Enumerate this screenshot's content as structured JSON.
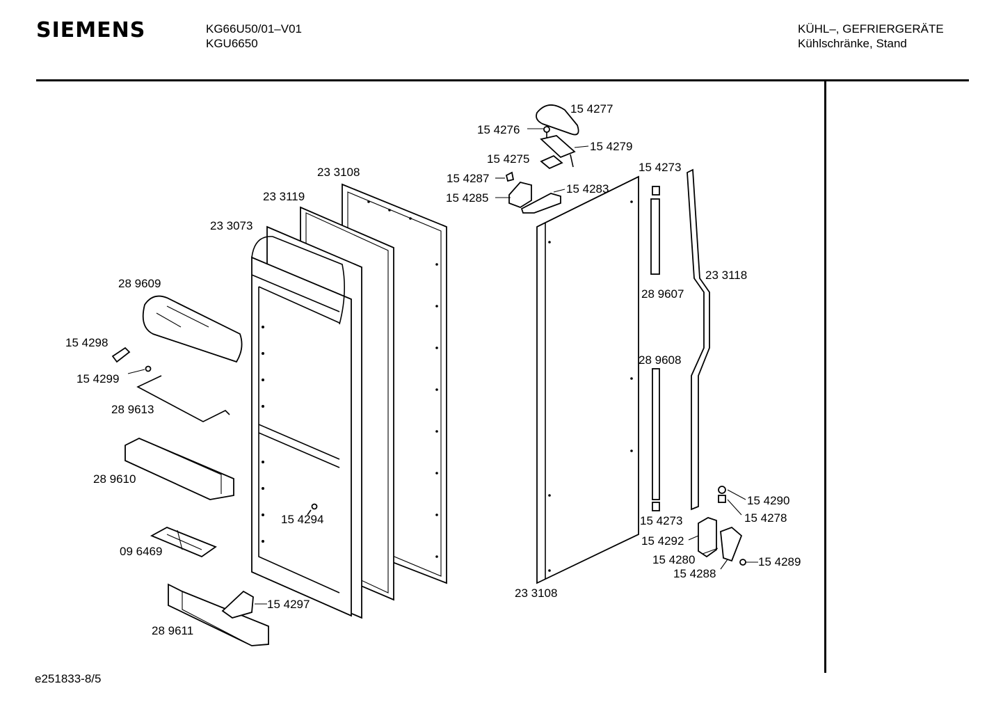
{
  "header": {
    "brand": "SIEMENS",
    "model_line1": "KG66U50/01–V01",
    "model_line2": "KGU6650",
    "category_line1": "KÜHL–, GEFRIERGERÄTE",
    "category_line2": "Kühlschränke, Stand"
  },
  "footer": {
    "diagram_code": "e251833-8/5"
  },
  "parts": {
    "p154277": "15 4277",
    "p154276": "15 4276",
    "p154279": "15 4279",
    "p154275": "15 4275",
    "p154287": "15 4287",
    "p154283": "15 4283",
    "p154285": "15 4285",
    "p154273a": "15 4273",
    "p233108a": "23 3108",
    "p233119": "23 3119",
    "p233073": "23 3073",
    "p289609": "28 9609",
    "p154298": "15 4298",
    "p154299": "15 4299",
    "p289613": "28 9613",
    "p289610": "28 9610",
    "p096469": "09 6469",
    "p154294": "15 4294",
    "p289611": "28 9611",
    "p154297": "15 4297",
    "p233108b": "23 3108",
    "p289607": "28 9607",
    "p233118": "23 3118",
    "p289608": "28 9608",
    "p154273b": "15 4273",
    "p154290": "15 4290",
    "p154278": "15 4278",
    "p154292": "15 4292",
    "p154280": "15 4280",
    "p154289": "15 4289",
    "p154288": "15 4288"
  }
}
